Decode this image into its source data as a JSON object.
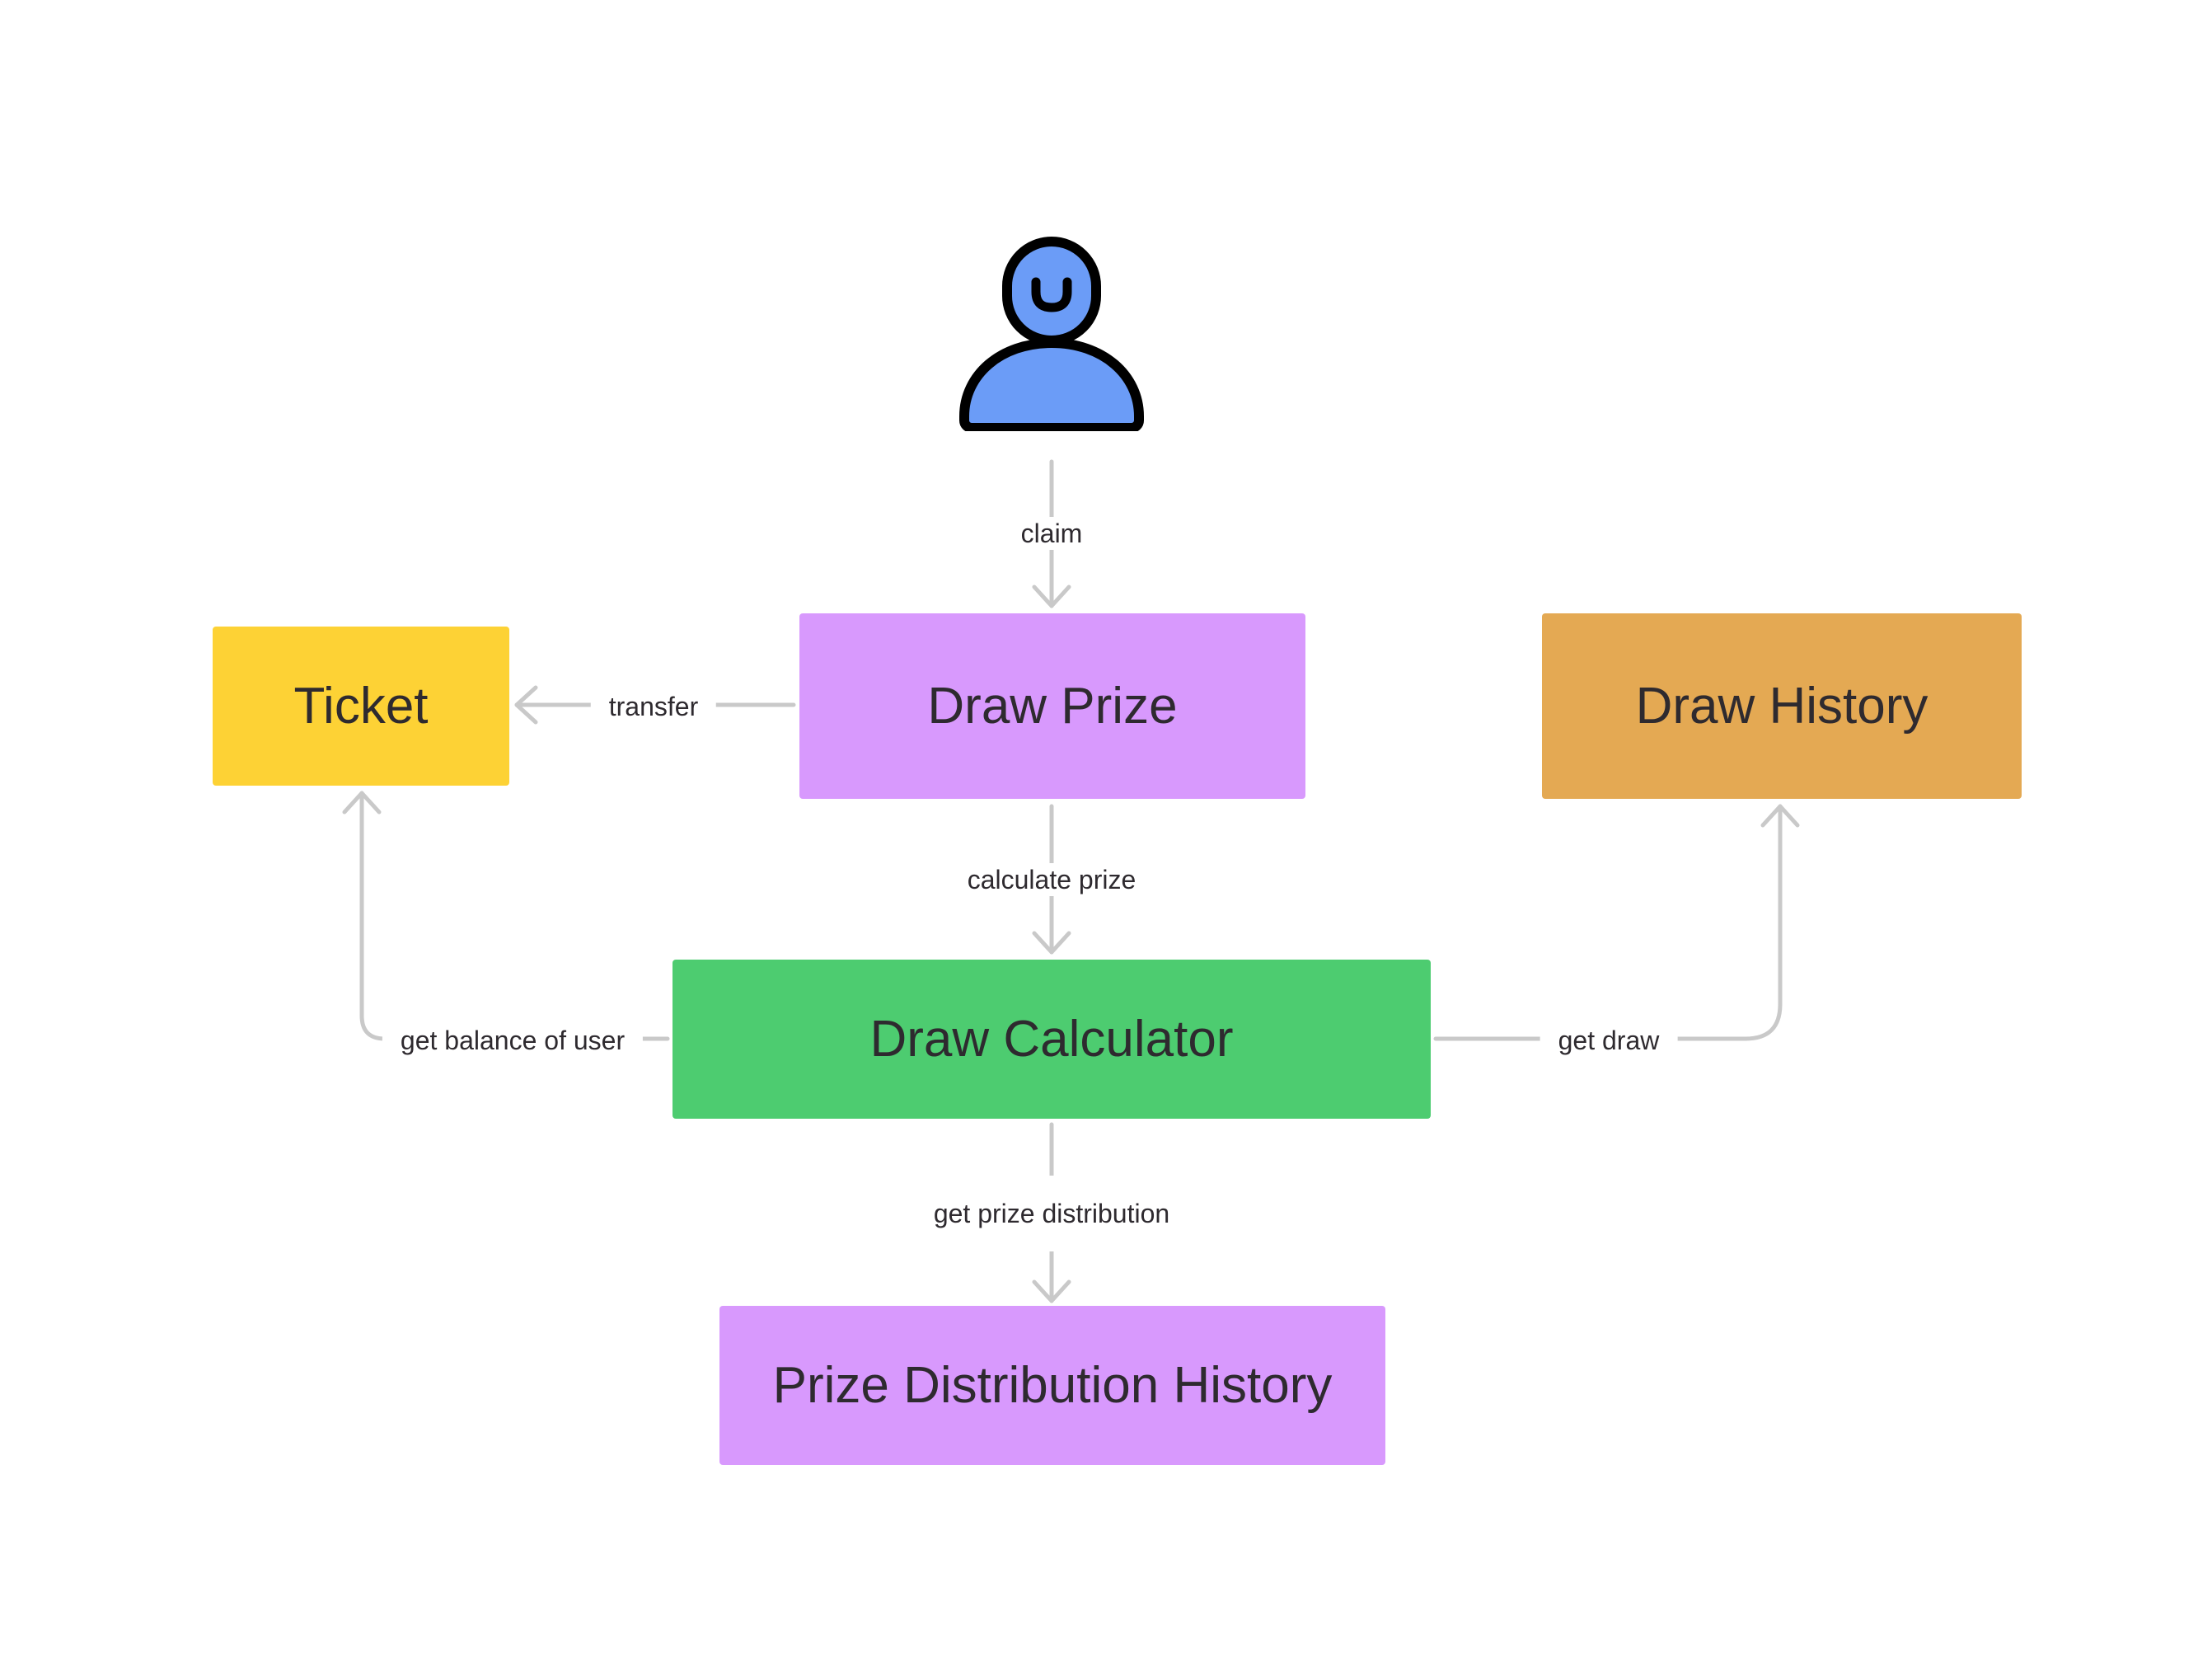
{
  "nodes": {
    "user": {
      "icon": "user-icon"
    },
    "ticket": {
      "label": "Ticket",
      "color": "#fdd235"
    },
    "draw_prize": {
      "label": "Draw Prize",
      "color": "#d899fd"
    },
    "draw_history": {
      "label": "Draw History",
      "color": "#e4a953"
    },
    "draw_calculator": {
      "label": "Draw Calculator",
      "color": "#4dcc70"
    },
    "prize_distribution_history": {
      "label": "Prize Distribution History",
      "color": "#d899fd"
    }
  },
  "edges": {
    "claim": {
      "label": "claim",
      "from": "user",
      "to": "draw_prize"
    },
    "transfer": {
      "label": "transfer",
      "from": "draw_prize",
      "to": "ticket"
    },
    "calculate_prize": {
      "label": "calculate prize",
      "from": "draw_prize",
      "to": "draw_calculator"
    },
    "get_balance": {
      "label": "get balance of user",
      "from": "draw_calculator",
      "to": "ticket"
    },
    "get_draw": {
      "label": "get draw",
      "from": "draw_calculator",
      "to": "draw_history"
    },
    "get_prize_distribution": {
      "label": "get prize distribution",
      "from": "draw_calculator",
      "to": "prize_distribution_history"
    }
  },
  "colors": {
    "edge": "#c9c9c9",
    "text": "#2e2a2f",
    "user_fill": "#6b9cf7",
    "user_outline": "#000000"
  }
}
